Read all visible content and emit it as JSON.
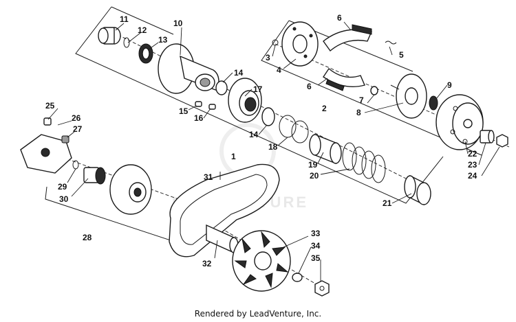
{
  "diagram": {
    "watermark": "LEADVENTURE",
    "callouts": [
      "1",
      "2",
      "3",
      "4",
      "5",
      "6",
      "6",
      "7",
      "8",
      "9",
      "10",
      "11",
      "12",
      "13",
      "14",
      "14",
      "15",
      "16",
      "17",
      "18",
      "19",
      "20",
      "21",
      "22",
      "23",
      "24",
      "25",
      "26",
      "27",
      "28",
      "29",
      "30",
      "31",
      "32",
      "33",
      "34",
      "35"
    ]
  },
  "footer": {
    "credit": "Rendered by LeadVenture, Inc."
  }
}
